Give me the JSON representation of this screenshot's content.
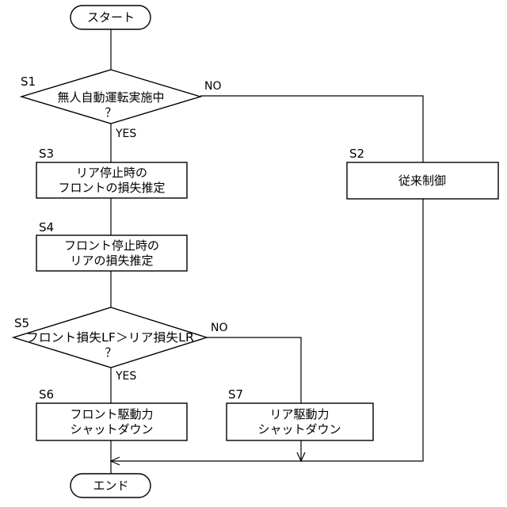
{
  "terminals": {
    "start": "スタート",
    "end": "エンド"
  },
  "steps": {
    "s1": {
      "id": "S1",
      "lines": [
        "無人自動運転実施中",
        "？"
      ],
      "yes": "YES",
      "no": "NO"
    },
    "s2": {
      "id": "S2",
      "lines": [
        "従来制御"
      ]
    },
    "s3": {
      "id": "S3",
      "lines": [
        "リア停止時の",
        "フロントの損失推定"
      ]
    },
    "s4": {
      "id": "S4",
      "lines": [
        "フロント停止時の",
        "リアの損失推定"
      ]
    },
    "s5": {
      "id": "S5",
      "lines": [
        "フロント損失LF＞リア損失LR",
        "？"
      ],
      "yes": "YES",
      "no": "NO"
    },
    "s6": {
      "id": "S6",
      "lines": [
        "フロント駆動力",
        "シャットダウン"
      ]
    },
    "s7": {
      "id": "S7",
      "lines": [
        "リア駆動力",
        "シャットダウン"
      ]
    }
  }
}
